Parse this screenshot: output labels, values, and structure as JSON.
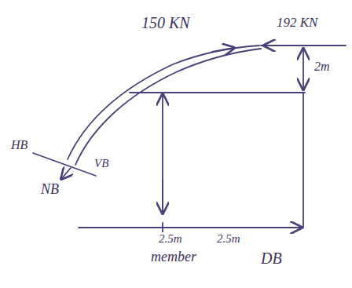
{
  "diagram": {
    "labels": [
      "150 KN",
      "192 KN",
      "2m",
      "HB",
      "VB",
      "NB",
      "2.5m",
      "2.5m",
      "member",
      "DB"
    ]
  }
}
